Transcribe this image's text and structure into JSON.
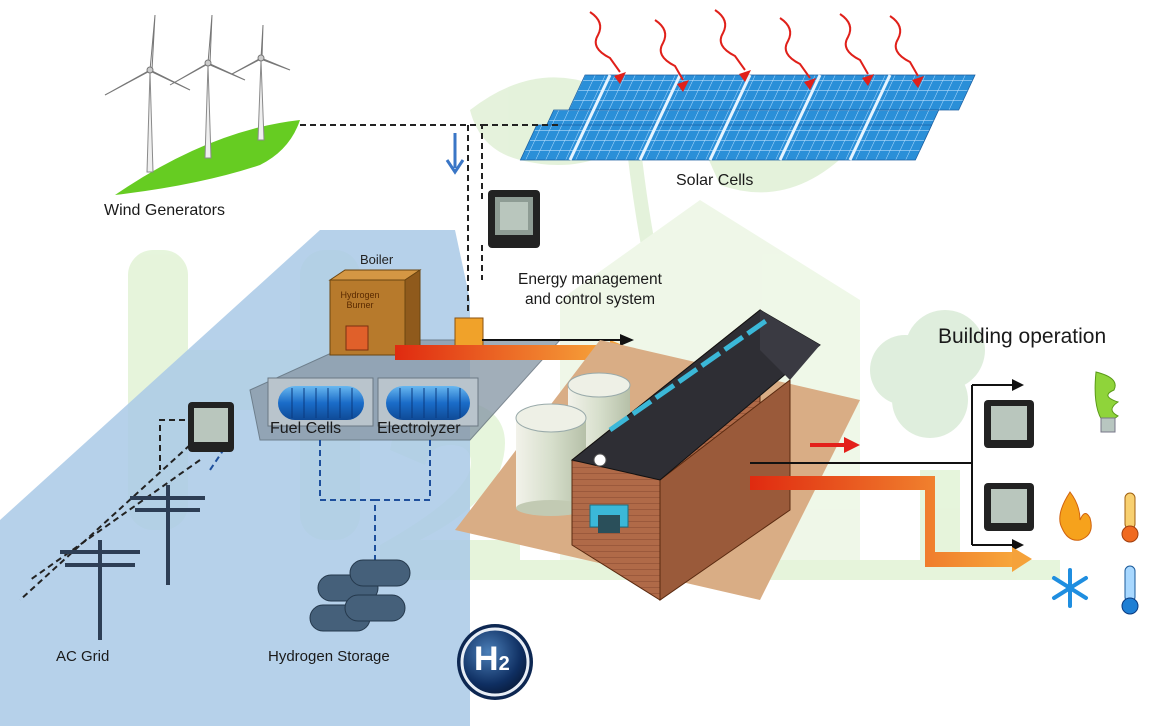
{
  "labels": {
    "wind": "Wind   Generators",
    "solar": "Solar   Cells",
    "energy_management_line1": "Energy management",
    "energy_management_line2": "and control system",
    "boiler": "Boiler",
    "hydrogen_burner_line1": "Hydrogen",
    "hydrogen_burner_line2": "Burner",
    "fuel_cells": "Fuel   Cells",
    "electrolyzer": "Electrolyzer",
    "building_operation": "Building operation",
    "ac_grid": "AC  Grid",
    "hydrogen_storage": "Hydrogen     Storage",
    "h2_symbol": "H",
    "h2_subscript": "2"
  },
  "colors": {
    "grid_zone": "#a9c9e6",
    "green_overlay": "#d4eec0",
    "wind_hill": "#66cc22",
    "solar_panel": "#2a8fd8",
    "sun_ray": "#e0201a",
    "boiler": "#b77a2c",
    "fuel_cell": "#1f7fd4",
    "building_wall": "#b06a48",
    "roof": "#2e2e34",
    "floor": "#d9ad85",
    "heat_arrow": "#f07a18",
    "dashed_line": "#1e4f9c"
  },
  "icons": [
    "wind-turbine-icon",
    "solar-panel-icon",
    "sun-ray-icon",
    "power-meter-icon",
    "boiler-icon",
    "fuel-cell-icon",
    "electrolyzer-icon",
    "building-icon",
    "silo-icon",
    "power-pole-icon",
    "hydrogen-tank-icon",
    "h2-badge-icon",
    "lightbulb-icon",
    "flame-icon",
    "thermometer-icon",
    "snowflake-icon",
    "tree-icon"
  ]
}
